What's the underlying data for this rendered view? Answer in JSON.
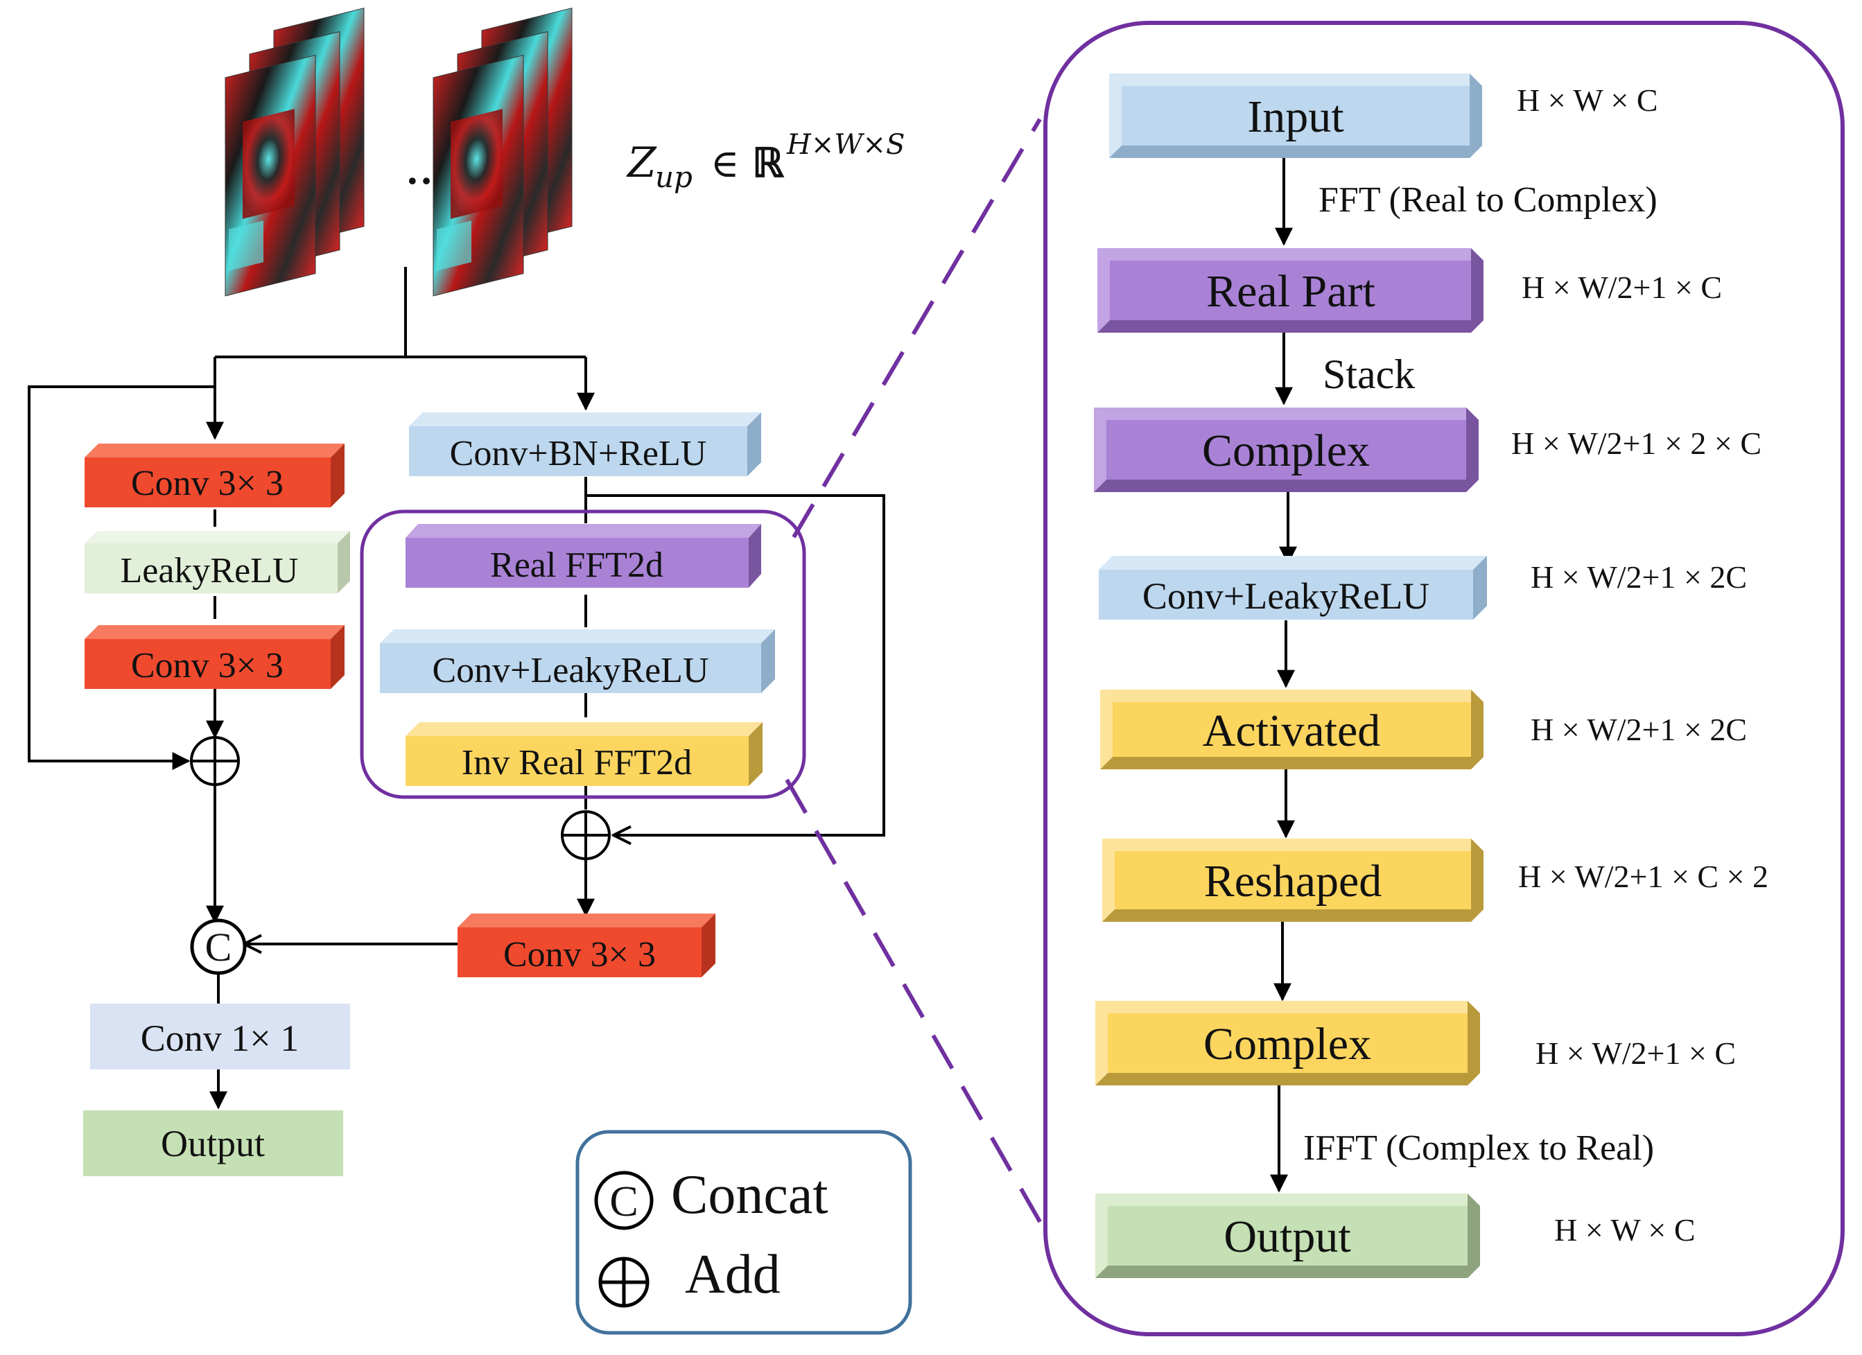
{
  "input_label": {
    "z_symbol": "Z",
    "z_subscript": "up",
    "element_of": "∈",
    "real_set": "ℝ",
    "superscript": "H×W×S"
  },
  "ellipsis": "…",
  "residual_branch": {
    "conv_a": "Conv 3× 3",
    "leaky": "LeakyReLU",
    "conv_b": "Conv 3× 3"
  },
  "fft_branch": {
    "conv_bn_relu": "Conv+BN+ReLU",
    "real_fft2d": "Real FFT2d",
    "conv_leaky": "Conv+LeakyReLU",
    "inv_real_fft2d": "Inv Real FFT2d",
    "conv_out": "Conv 3× 3"
  },
  "merge": {
    "concat_symbol": "C",
    "conv_1x1": "Conv 1× 1",
    "output": "Output"
  },
  "legend": {
    "concat_label": "Concat",
    "add_label": "Add"
  },
  "detail": {
    "steps": [
      {
        "label": "Input",
        "dim": "H × W × C"
      },
      {
        "label": "Real Part",
        "dim": "H × W/2+1 × C"
      },
      {
        "label": "Complex",
        "dim": "H × W/2+1 × 2 × C"
      },
      {
        "label": "Conv+LeakyReLU",
        "dim": "H × W/2+1 × 2C"
      },
      {
        "label": "Activated",
        "dim": "H × W/2+1 × 2C"
      },
      {
        "label": "Reshaped",
        "dim": "H × W/2+1 × C × 2"
      },
      {
        "label": "Complex",
        "dim": "H × W/2+1 × C"
      },
      {
        "label": "Output",
        "dim": "H × W × C"
      }
    ],
    "fft_note": "FFT (Real to Complex)",
    "stack_note": "Stack",
    "ifft_note": "IFFT (Complex to Real)"
  },
  "colors": {
    "red": "#f04a2e",
    "light_green": "#e2efd9",
    "light_blue": "#bdd7ee",
    "purple": "#a982d6",
    "yellow": "#fcd55f",
    "green": "#c5e0b4",
    "frame_purple": "#7030a0",
    "legend_border": "#41719c"
  }
}
